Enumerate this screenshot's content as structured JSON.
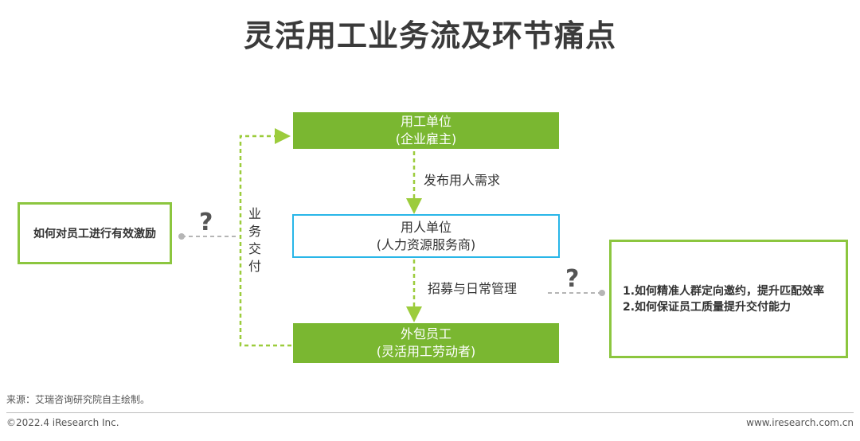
{
  "title": "灵活用工业务流及环节痛点",
  "employer": {
    "line1": "用工单位",
    "line2": "(企业雇主)"
  },
  "agency": {
    "line1": "用人单位",
    "line2": "(人力资源服务商)"
  },
  "worker": {
    "line1": "外包员工",
    "line2": "(灵活用工劳动者)"
  },
  "flow_label_1": "发布用人需求",
  "flow_label_2": "招募与日常管理",
  "delivery_label": [
    "业",
    "务",
    "交",
    "付"
  ],
  "left_pain": {
    "question_mark": "?",
    "text": "如何对员工进行有效激励"
  },
  "right_pain": {
    "question_mark": "?",
    "items": [
      "1.如何精准人群定向邀约，提升匹配效率",
      "2.如何保证员工质量提升交付能力"
    ]
  },
  "colors": {
    "green": "#7ab731",
    "blue_border": "#29b6e8",
    "dash": "#9ccc3c",
    "grey_dash": "#b5b5b5"
  },
  "source": "来源：艾瑞咨询研究院自主绘制。",
  "footer": {
    "copyright": "©2022.4 iResearch Inc.",
    "website": "www.iresearch.com.cn"
  }
}
